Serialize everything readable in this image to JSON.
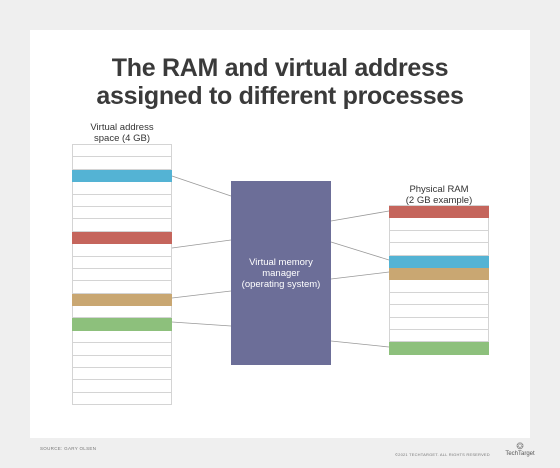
{
  "title": {
    "line1": "The RAM and virtual address",
    "line2": "assigned to different processes"
  },
  "virtual_space": {
    "label_line1": "Virtual address",
    "label_line2": "space (4 GB)",
    "cells": [
      "",
      "",
      "blue",
      "",
      "",
      "",
      "",
      "red",
      "",
      "",
      "",
      "",
      "tan",
      "",
      "green",
      "",
      "",
      "",
      "",
      "",
      ""
    ]
  },
  "physical_ram": {
    "label_line1": "Physical RAM",
    "label_line2": "(2 GB example)",
    "cells": [
      "red",
      "",
      "",
      "",
      "blue",
      "tan",
      "",
      "",
      "",
      "",
      "",
      "green"
    ]
  },
  "os_box": {
    "line1": "Virtual memory",
    "line2": "manager",
    "line3": "(operating system)"
  },
  "colors": {
    "blue": "#54b3d4",
    "red": "#c5655c",
    "tan": "#c9a772",
    "green": "#8dc07c",
    "os": "#6c6e98"
  },
  "footer": {
    "source": "SOURCE: GARY OLSEN",
    "copyright": "©2021 TECHTARGET. ALL RIGHTS RESERVED",
    "logo_text": "TechTarget"
  }
}
